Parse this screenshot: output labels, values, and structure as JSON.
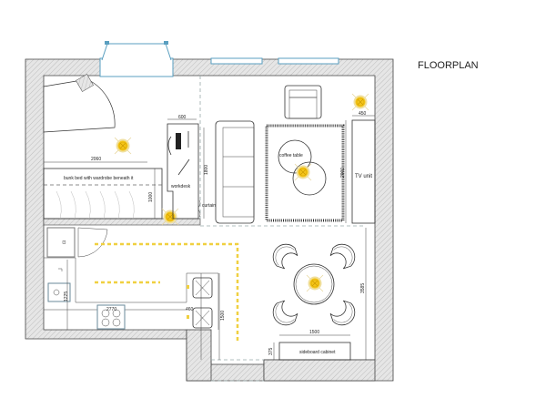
{
  "title": "FLOORPLAN",
  "labels": {
    "bunk_bed": "bunk bed with wardrobe beneath it",
    "workdesk": "workdesk",
    "curtain": "curtain",
    "coffee_table": "coffee table",
    "tv_unit": "TV unit",
    "sideboard": "sideboard cabinet"
  },
  "dimensions": {
    "desk_width": "600",
    "bed_length": "2060",
    "desk_length": "1800",
    "bed_height": "1000",
    "tv_depth": "450",
    "tv_length": "2000",
    "kitchen_length": "2770",
    "island_gap": "460",
    "island_length": "1500",
    "sink_width": "1225",
    "dining_length": "3585",
    "sideboard_length": "1500",
    "sideboard_depth": "375"
  },
  "colors": {
    "wall": "#d9d9d9",
    "led": "#f0d040",
    "window": "#5a9fc0",
    "lamp": "#f5c518"
  }
}
